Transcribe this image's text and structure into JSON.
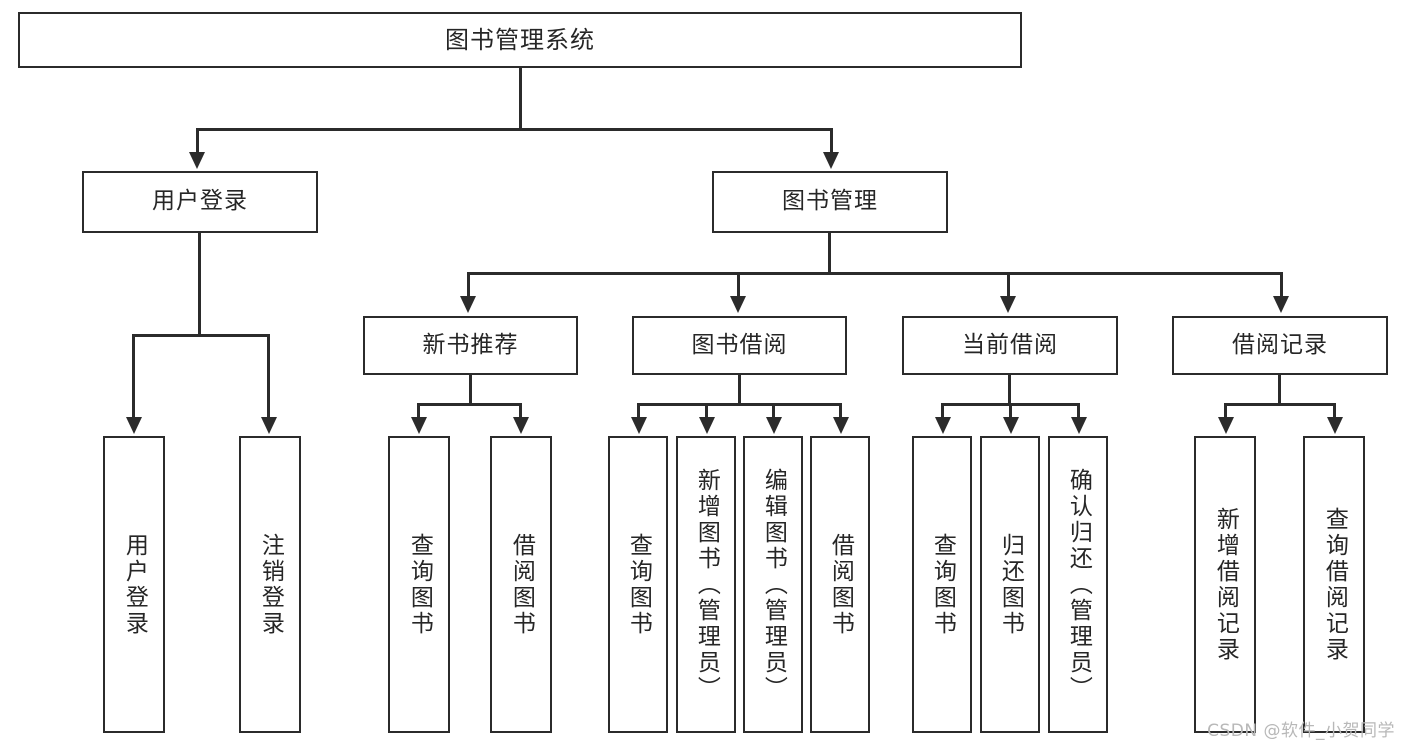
{
  "diagram": {
    "title": "图书管理系统",
    "type": "hierarchy-tree",
    "watermark": "CSDN @软件_小贺同学",
    "colors": {
      "stroke": "#2b2b2b",
      "fill": "#ffffff",
      "text": "#262626",
      "watermark": "#b8b8b8"
    },
    "nodes": {
      "root": "图书管理系统",
      "level2": [
        "用户登录",
        "图书管理"
      ],
      "level3": [
        "新书推荐",
        "图书借阅",
        "当前借阅",
        "借阅记录"
      ],
      "leaves": {
        "user_login": [
          "用户登录",
          "注销登录"
        ],
        "new_book_recommend": [
          "查询图书",
          "借阅图书"
        ],
        "book_borrow": [
          "查询图书",
          "新增图书（管理员）",
          "编辑图书（管理员）",
          "借阅图书"
        ],
        "current_borrow": [
          "查询图书",
          "归还图书",
          "确认归还（管理员）"
        ],
        "borrow_record": [
          "新增借阅记录",
          "查询借阅记录"
        ]
      }
    }
  }
}
